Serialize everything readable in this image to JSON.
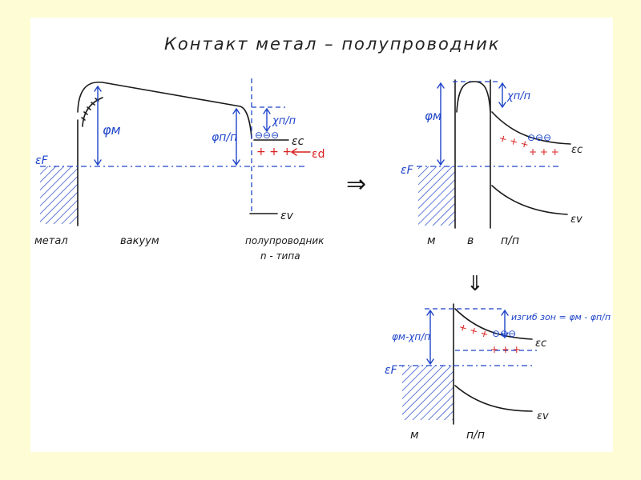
{
  "title": "Контакт   метал – полупроводник",
  "symbols": {
    "phi_m": "φм",
    "phi_pp": "φп/п",
    "chi_pp": "χп/п",
    "eps_c": "εc",
    "eps_d": "εd",
    "eps_v": "εv",
    "eps_f": "εF",
    "phi_m_minus_chi": "φм-χп/п",
    "band_bend": "изгиб зон = φм - φп/п",
    "arrow_right": "⇒",
    "arrow_down": "⇓",
    "donors": "+ + +",
    "electrons": "⊖⊖⊖"
  },
  "labels": {
    "metal": "метал",
    "vacuum": "вакуум",
    "semiconductor_line1": "полупроводник",
    "semiconductor_line2": "n - типа",
    "m": "м",
    "v": "в",
    "pp": "п/п",
    "m2": "м",
    "pp2": "п/п"
  },
  "colors": {
    "background": "#fdfcd4",
    "paper": "#ffffff",
    "ink": "#1a1a1a",
    "blue": "#1f45c9",
    "red": "#d81e1e"
  }
}
